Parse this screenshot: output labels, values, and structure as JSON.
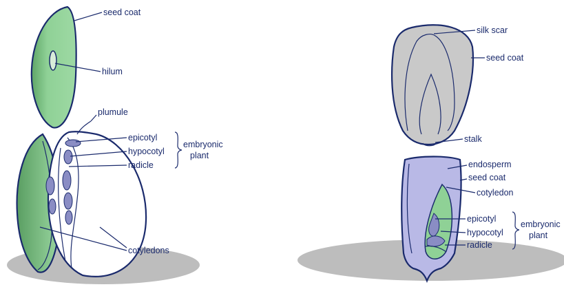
{
  "left_figure": {
    "labels": {
      "seed_coat": "seed coat",
      "hilum": "hilum",
      "plumule": "plumule",
      "epicotyl": "epicotyl",
      "hypocotyl": "hypocotyl",
      "radicle": "radicle",
      "embryonic_line1": "embryonic",
      "embryonic_line2": "plant",
      "cotyledons": "cotyledons"
    }
  },
  "right_figure": {
    "labels": {
      "silk_scar": "silk scar",
      "seed_coat_top": "seed coat",
      "stalk": "stalk",
      "endosperm": "endosperm",
      "seed_coat_bottom": "seed coat",
      "cotyledon": "cotyledon",
      "epicotyl": "epicotyl",
      "hypocotyl": "hypocotyl",
      "radicle": "radicle",
      "embryonic_line1": "embryonic",
      "embryonic_line2": "plant"
    }
  },
  "colors": {
    "ink": "#1a2a6c",
    "seed_green": "#8fd196",
    "embryo_purple": "#8a8dc4",
    "endosperm_lavender": "#b9b9e6",
    "kernel_gray": "#c9c9c9",
    "shadow_gray": "#bdbdbd"
  }
}
